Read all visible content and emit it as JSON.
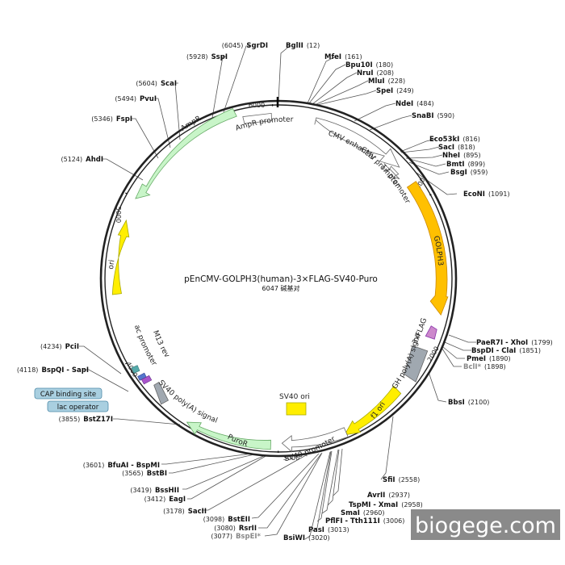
{
  "plasmid": {
    "name": "pEnCMV-GOLPH3(human)-3×FLAG-SV40-Puro",
    "size_label": "6047 碱基对",
    "length": 6047
  },
  "ticks": [
    "1000",
    "2000",
    "3000",
    "4000",
    "5000",
    "6000"
  ],
  "sites": [
    {
      "pos": "(12)",
      "name": "BglII",
      "gray": false
    },
    {
      "pos": "(161)",
      "name": "MfeI",
      "gray": false
    },
    {
      "pos": "(180)",
      "name": "Bpu10I",
      "gray": false
    },
    {
      "pos": "(208)",
      "name": "NruI",
      "gray": false
    },
    {
      "pos": "(228)",
      "name": "MluI",
      "gray": false
    },
    {
      "pos": "(249)",
      "name": "SpeI",
      "gray": false
    },
    {
      "pos": "(484)",
      "name": "NdeI",
      "gray": false
    },
    {
      "pos": "(590)",
      "name": "SnaBI",
      "gray": false
    },
    {
      "pos": "(816)",
      "name": "Eco53kI",
      "gray": false
    },
    {
      "pos": "(818)",
      "name": "SacI",
      "gray": false
    },
    {
      "pos": "(895)",
      "name": "NheI",
      "gray": false
    },
    {
      "pos": "(899)",
      "name": "BmtI",
      "gray": false
    },
    {
      "pos": "(959)",
      "name": "BsgI",
      "gray": false
    },
    {
      "pos": "(1091)",
      "name": "EcoNI",
      "gray": false
    },
    {
      "pos": "(1799)",
      "name": "PaeR7I - XhoI",
      "gray": false
    },
    {
      "pos": "(1851)",
      "name": "BspDI - ClaI",
      "gray": false
    },
    {
      "pos": "(1890)",
      "name": "PmeI",
      "gray": false
    },
    {
      "pos": "(1898)",
      "name": "BclI*",
      "gray": true
    },
    {
      "pos": "(2100)",
      "name": "BbsI",
      "gray": false
    },
    {
      "pos": "(2558)",
      "name": "SfiI",
      "gray": false
    },
    {
      "pos": "(2937)",
      "name": "AvrII",
      "gray": false
    },
    {
      "pos": "(2958)",
      "name": "TspMI - XmaI",
      "gray": false
    },
    {
      "pos": "(2960)",
      "name": "SmaI",
      "gray": false
    },
    {
      "pos": "(3006)",
      "name": "PflFI - Tth111I",
      "gray": false
    },
    {
      "pos": "(3013)",
      "name": "PasI",
      "gray": false
    },
    {
      "pos": "(3020)",
      "name": "BsiWI",
      "gray": false
    },
    {
      "pos": "(3077)",
      "name": "BspEI*",
      "gray": true
    },
    {
      "pos": "(3080)",
      "name": "RsrII",
      "gray": false
    },
    {
      "pos": "(3098)",
      "name": "BstEII",
      "gray": false
    },
    {
      "pos": "(3178)",
      "name": "SacII",
      "gray": false
    },
    {
      "pos": "(3412)",
      "name": "EagI",
      "gray": false
    },
    {
      "pos": "(3419)",
      "name": "BssHII",
      "gray": false
    },
    {
      "pos": "(3565)",
      "name": "BstBI",
      "gray": false
    },
    {
      "pos": "(3601)",
      "name": "BfuAI - BspMI",
      "gray": false
    },
    {
      "pos": "(3855)",
      "name": "BstZ17I",
      "gray": false
    },
    {
      "pos": "(4118)",
      "name": "BspQI - SapI",
      "gray": false
    },
    {
      "pos": "(4234)",
      "name": "PciI",
      "gray": false
    },
    {
      "pos": "(5124)",
      "name": "AhdI",
      "gray": false
    },
    {
      "pos": "(5346)",
      "name": "FspI",
      "gray": false
    },
    {
      "pos": "(5494)",
      "name": "PvuI",
      "gray": false
    },
    {
      "pos": "(5604)",
      "name": "ScaI",
      "gray": false
    },
    {
      "pos": "(5928)",
      "name": "SspI",
      "gray": false
    },
    {
      "pos": "(6045)",
      "name": "SgrDI",
      "gray": false
    }
  ],
  "features": [
    {
      "label": "CMV enhancer",
      "color": "#ffffff"
    },
    {
      "label": "CMV promoter",
      "color": "#ffffff"
    },
    {
      "label": "T7 promoter",
      "color": "#ffffff"
    },
    {
      "label": "GOLPH3",
      "color": "#ffc000"
    },
    {
      "label": "3xFLAG",
      "color": "#cc88cc"
    },
    {
      "label": "bGH poly(A) signal",
      "color": "#a0a8b0"
    },
    {
      "label": "f1 ori",
      "color": "#ffee00"
    },
    {
      "label": "SV40 promoter",
      "color": "#ffffff"
    },
    {
      "label": "SV40 ori",
      "color": "#ffee00"
    },
    {
      "label": "PuroR",
      "color": "#c8f5c8"
    },
    {
      "label": "SV40 poly(A) signal",
      "color": "#a0a8b0"
    },
    {
      "label": "lac promoter",
      "color": "#ffffff"
    },
    {
      "label": "M13 rev",
      "color": "#ffffff"
    },
    {
      "label": "ori",
      "color": "#ffee00"
    },
    {
      "label": "AmpR",
      "color": "#c8f5c8"
    },
    {
      "label": "AmpR promoter",
      "color": "#ffffff"
    }
  ],
  "legend_boxes": [
    "CAP binding site",
    "lac operator"
  ],
  "watermark": "biogege.com"
}
